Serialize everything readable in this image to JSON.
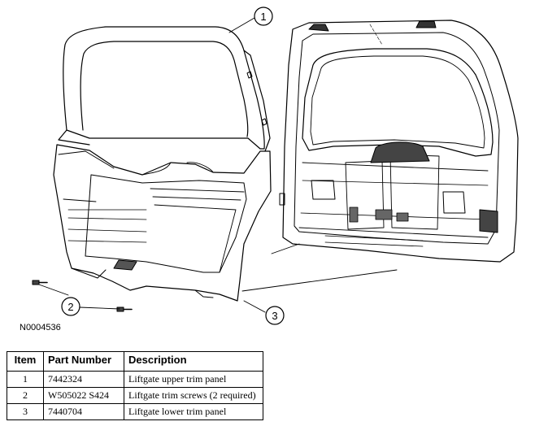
{
  "figure": {
    "id": "N0004536",
    "callouts": [
      "1",
      "2",
      "3"
    ]
  },
  "table": {
    "headers": {
      "item": "Item",
      "part_number": "Part Number",
      "description": "Description"
    },
    "rows": [
      {
        "item": "1",
        "part_number": "7442324",
        "description": "Liftgate upper trim panel"
      },
      {
        "item": "2",
        "part_number": "W505022 S424",
        "description": "Liftgate trim screws (2 required)"
      },
      {
        "item": "3",
        "part_number": "7440704",
        "description": "Liftgate lower trim panel"
      }
    ]
  }
}
